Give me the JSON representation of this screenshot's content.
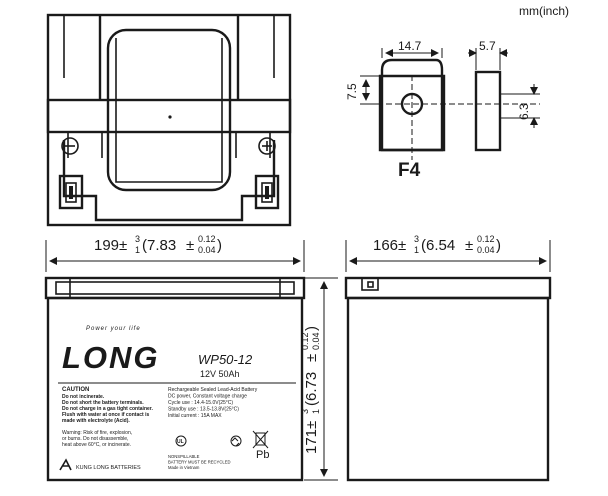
{
  "unit_note": "mm(inch)",
  "terminal": {
    "type": "F4",
    "width": "14.7",
    "side": "5.7",
    "hole": "7.5",
    "thickness": "6.3"
  },
  "front_view": {
    "length_main": "199",
    "tol_plus": "3",
    "tol_minus": "1",
    "inch_main": "(7.83",
    "inch_plus": "0.12",
    "inch_minus": "0.04",
    "close": ")",
    "height_main": "171",
    "height_inch_main": "(6.73",
    "height_inch_plus": "0.12",
    "height_inch_minus": "0.04"
  },
  "side_view": {
    "width_main": "166",
    "tol_plus": "3",
    "tol_minus": "1",
    "inch_main": "(6.54",
    "inch_plus": "0.12",
    "inch_minus": "0.04",
    "close": ")"
  },
  "pm_symbol": "±",
  "label": {
    "brand": "LONG",
    "tagline": "Power your life",
    "model": "WP50-12",
    "rating": "12V 50Ah",
    "caution_title": "CAUTION",
    "caution_lines": [
      "Do not incinerate.",
      "Do not short the battery terminals.",
      "Do not charge in a gas tight container.",
      "Flush with water at once if contact is",
      "made with electrolyte (Acid)."
    ],
    "warning_lines": [
      "Warning: Risk of fire, explosion,",
      "or burns. Do not disassemble,",
      "heat above 60°C, or incinerate."
    ],
    "spec_lines": [
      "Rechargeable Sealed Lead-Acid Battery",
      "DC power, Constant voltage charge",
      "Cycle use : 14.4-15.0V(25°C)",
      "Standby use : 13.5-13.8V(25°C)",
      "Initial current : 15A MAX"
    ],
    "recycle_lines": [
      "NONSPILLABLE",
      "BATTERY MUST BE RECYCLED",
      "Made in Vietnam"
    ],
    "pb": "Pb",
    "company": "KUNG LONG BATTERIES"
  }
}
